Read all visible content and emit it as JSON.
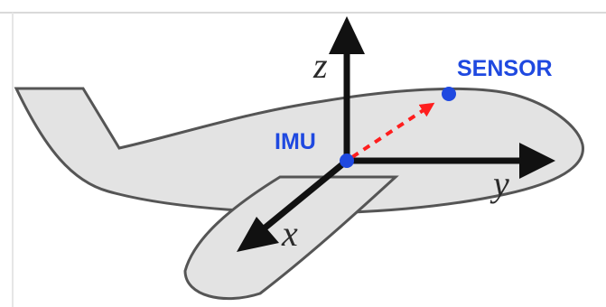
{
  "labels": {
    "imu": "IMU",
    "sensor": "SENSOR",
    "axis_x": "x",
    "axis_y": "y",
    "axis_z": "z"
  },
  "colors": {
    "fuselage_fill": "#e3e3e3",
    "outline": "#555555",
    "axis": "#111111",
    "point": "#1f49e0",
    "label": "#1f49e0",
    "offset_vector": "#ff1e1e"
  }
}
